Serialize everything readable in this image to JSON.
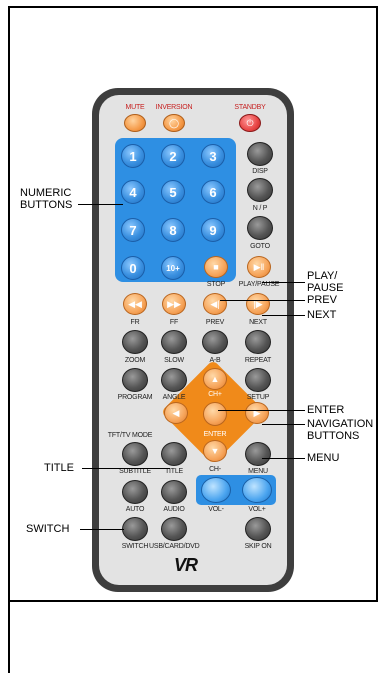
{
  "remote": {
    "top_labels": [
      "MUTE",
      "INVERSION",
      "STANDBY"
    ],
    "numeric_keys": [
      "1",
      "2",
      "3",
      "4",
      "5",
      "6",
      "7",
      "8",
      "9",
      "0",
      "10+"
    ],
    "side_labels": [
      "DISP",
      "N / P",
      "GOTO"
    ],
    "row_stop_labels": [
      "STOP",
      "PLAY/PAUSE"
    ],
    "row_fr_labels": [
      "FR",
      "FF",
      "PREV",
      "NEXT"
    ],
    "row_zoom_labels": [
      "ZOOM",
      "SLOW",
      "A-B",
      "REPEAT"
    ],
    "row_program_labels": [
      "PROGRAM",
      "ANGLE",
      "SETUP"
    ],
    "nav_labels": {
      "ch_up": "CH+",
      "enter": "ENTER",
      "ch_down": "CH-"
    },
    "mode_label": "TFT/TV MODE",
    "row_subtitle_labels": [
      "SUBTITLE",
      "TITLE",
      "MENU"
    ],
    "row_auto_labels": [
      "AUTO",
      "AUDIO",
      "VOL-",
      "VOL+"
    ],
    "row_switch_labels": [
      "SWITCH",
      "USB/CARD/DVD",
      "SKIP ON"
    ],
    "logo": "VR"
  },
  "callouts": {
    "numeric_buttons": [
      "NUMERIC",
      "BUTTONS"
    ],
    "play_pause": [
      "PLAY/",
      "PAUSE"
    ],
    "prev": "PREV",
    "next": "NEXT",
    "enter": "ENTER",
    "navigation_buttons": [
      "NAVIGATION",
      "BUTTONS"
    ],
    "title": "TITLE",
    "menu": "MENU",
    "switch": "SWITCH"
  },
  "colors": {
    "body": "#3e3e3e",
    "face": "#e3e3e3",
    "blue": "#2e8fe3",
    "orange": "#f08a1a",
    "dark_button": "#555555",
    "standby": "#e84545"
  }
}
